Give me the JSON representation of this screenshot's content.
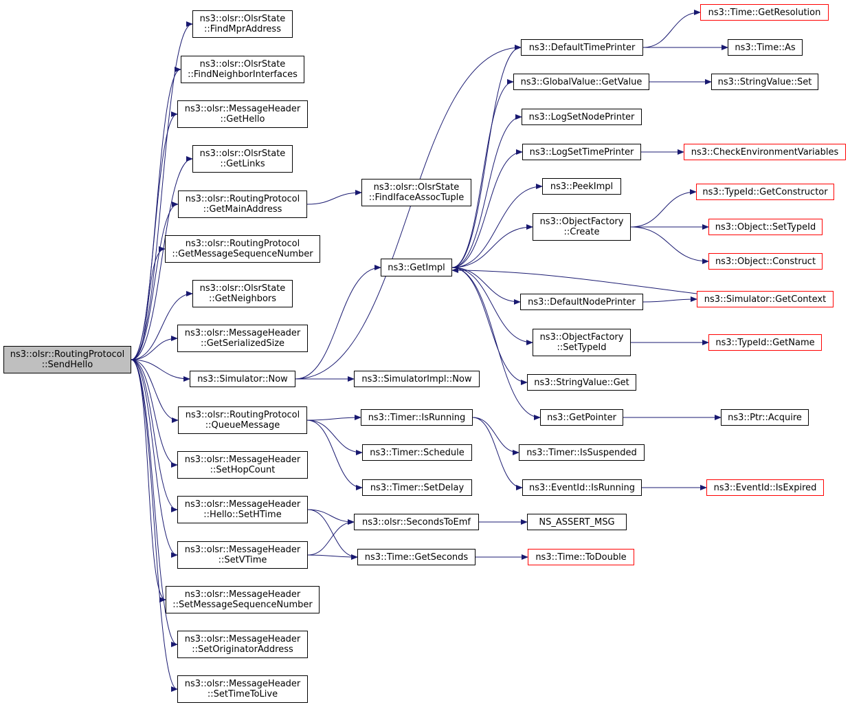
{
  "colors": {
    "edge": "#191970",
    "truncated_border": "#ff0000",
    "root_fill": "#bfbfbf"
  },
  "nodes": [
    {
      "id": "sendhello",
      "lines": [
        "ns3::olsr::RoutingProtocol",
        "::SendHello"
      ],
      "root": true
    },
    {
      "id": "findmpr",
      "lines": [
        "ns3::olsr::OlsrState",
        "::FindMprAddress"
      ]
    },
    {
      "id": "findneigh",
      "lines": [
        "ns3::olsr::OlsrState",
        "::FindNeighborInterfaces"
      ]
    },
    {
      "id": "gethello",
      "lines": [
        "ns3::olsr::MessageHeader",
        "::GetHello"
      ]
    },
    {
      "id": "getlinks",
      "lines": [
        "ns3::olsr::OlsrState",
        "::GetLinks"
      ]
    },
    {
      "id": "getmainaddr",
      "lines": [
        "ns3::olsr::RoutingProtocol",
        "::GetMainAddress"
      ]
    },
    {
      "id": "getmsgseq",
      "lines": [
        "ns3::olsr::RoutingProtocol",
        "::GetMessageSequenceNumber"
      ]
    },
    {
      "id": "getneighbors",
      "lines": [
        "ns3::olsr::OlsrState",
        "::GetNeighbors"
      ]
    },
    {
      "id": "getserialized",
      "lines": [
        "ns3::olsr::MessageHeader",
        "::GetSerializedSize"
      ]
    },
    {
      "id": "simnow",
      "lines": [
        "ns3::Simulator::Now"
      ]
    },
    {
      "id": "queuemsg",
      "lines": [
        "ns3::olsr::RoutingProtocol",
        "::QueueMessage"
      ]
    },
    {
      "id": "sethopcount",
      "lines": [
        "ns3::olsr::MessageHeader",
        "::SetHopCount"
      ]
    },
    {
      "id": "sethtime",
      "lines": [
        "ns3::olsr::MessageHeader",
        "::Hello::SetHTime"
      ]
    },
    {
      "id": "setvtime",
      "lines": [
        "ns3::olsr::MessageHeader",
        "::SetVTime"
      ]
    },
    {
      "id": "setmsgseq",
      "lines": [
        "ns3::olsr::MessageHeader",
        "::SetMessageSequenceNumber"
      ]
    },
    {
      "id": "setorig",
      "lines": [
        "ns3::olsr::MessageHeader",
        "::SetOriginatorAddress"
      ]
    },
    {
      "id": "setttl",
      "lines": [
        "ns3::olsr::MessageHeader",
        "::SetTimeToLive"
      ]
    },
    {
      "id": "findiface",
      "lines": [
        "ns3::olsr::OlsrState",
        "::FindIfaceAssocTuple"
      ]
    },
    {
      "id": "getimpl",
      "lines": [
        "ns3::GetImpl"
      ]
    },
    {
      "id": "simimplnow",
      "lines": [
        "ns3::SimulatorImpl::Now"
      ]
    },
    {
      "id": "timerisrunning",
      "lines": [
        "ns3::Timer::IsRunning"
      ]
    },
    {
      "id": "timerschedule",
      "lines": [
        "ns3::Timer::Schedule"
      ]
    },
    {
      "id": "timersetdelay",
      "lines": [
        "ns3::Timer::SetDelay"
      ]
    },
    {
      "id": "secondstoemf",
      "lines": [
        "ns3::olsr::SecondsToEmf"
      ]
    },
    {
      "id": "getseconds",
      "lines": [
        "ns3::Time::GetSeconds"
      ]
    },
    {
      "id": "defaulttimeprinter",
      "lines": [
        "ns3::DefaultTimePrinter"
      ]
    },
    {
      "id": "globalvaluegetvalue",
      "lines": [
        "ns3::GlobalValue::GetValue"
      ]
    },
    {
      "id": "logsetnodeprinter",
      "lines": [
        "ns3::LogSetNodePrinter"
      ]
    },
    {
      "id": "logsettimeprinter",
      "lines": [
        "ns3::LogSetTimePrinter"
      ]
    },
    {
      "id": "peekimpl",
      "lines": [
        "ns3::PeekImpl"
      ]
    },
    {
      "id": "objfactorycreate",
      "lines": [
        "ns3::ObjectFactory",
        "::Create"
      ]
    },
    {
      "id": "defaultnodeprinter",
      "lines": [
        "ns3::DefaultNodePrinter"
      ]
    },
    {
      "id": "objfactorysettypeid",
      "lines": [
        "ns3::ObjectFactory",
        "::SetTypeId"
      ]
    },
    {
      "id": "stringvalueget",
      "lines": [
        "ns3::StringValue::Get"
      ]
    },
    {
      "id": "getpointer",
      "lines": [
        "ns3::GetPointer"
      ]
    },
    {
      "id": "timerissuspended",
      "lines": [
        "ns3::Timer::IsSuspended"
      ]
    },
    {
      "id": "eventidisrunning",
      "lines": [
        "ns3::EventId::IsRunning"
      ]
    },
    {
      "id": "nsassertmsg",
      "lines": [
        "NS_ASSERT_MSG"
      ]
    },
    {
      "id": "timetodouble",
      "lines": [
        "ns3::Time::ToDouble"
      ],
      "truncated": true
    },
    {
      "id": "timegetresolution",
      "lines": [
        "ns3::Time::GetResolution"
      ],
      "truncated": true
    },
    {
      "id": "timeas",
      "lines": [
        "ns3::Time::As"
      ]
    },
    {
      "id": "stringvalueset",
      "lines": [
        "ns3::StringValue::Set"
      ]
    },
    {
      "id": "checkenv",
      "lines": [
        "ns3::CheckEnvironmentVariables"
      ],
      "truncated": true
    },
    {
      "id": "typeidgetconstructor",
      "lines": [
        "ns3::TypeId::GetConstructor"
      ],
      "truncated": true
    },
    {
      "id": "objectsettypeid",
      "lines": [
        "ns3::Object::SetTypeId"
      ],
      "truncated": true
    },
    {
      "id": "objectconstruct",
      "lines": [
        "ns3::Object::Construct"
      ],
      "truncated": true
    },
    {
      "id": "simgetcontext",
      "lines": [
        "ns3::Simulator::GetContext"
      ],
      "truncated": true
    },
    {
      "id": "typeidgetname",
      "lines": [
        "ns3::TypeId::GetName"
      ],
      "truncated": true
    },
    {
      "id": "ptracquire",
      "lines": [
        "ns3::Ptr::Acquire"
      ]
    },
    {
      "id": "eventidisexpired",
      "lines": [
        "ns3::EventId::IsExpired"
      ],
      "truncated": true
    }
  ],
  "edges": [
    [
      "sendhello",
      "findmpr"
    ],
    [
      "sendhello",
      "findneigh"
    ],
    [
      "sendhello",
      "gethello"
    ],
    [
      "sendhello",
      "getlinks"
    ],
    [
      "sendhello",
      "getmainaddr"
    ],
    [
      "sendhello",
      "getmsgseq"
    ],
    [
      "sendhello",
      "getneighbors"
    ],
    [
      "sendhello",
      "getserialized"
    ],
    [
      "sendhello",
      "simnow"
    ],
    [
      "sendhello",
      "queuemsg"
    ],
    [
      "sendhello",
      "sethopcount"
    ],
    [
      "sendhello",
      "sethtime"
    ],
    [
      "sendhello",
      "setvtime"
    ],
    [
      "sendhello",
      "setmsgseq"
    ],
    [
      "sendhello",
      "setorig"
    ],
    [
      "sendhello",
      "setttl"
    ],
    [
      "getmainaddr",
      "findiface"
    ],
    [
      "simnow",
      "getimpl"
    ],
    [
      "simnow",
      "simimplnow"
    ],
    [
      "simnow",
      "defaulttimeprinter"
    ],
    [
      "queuemsg",
      "timerisrunning"
    ],
    [
      "queuemsg",
      "timerschedule"
    ],
    [
      "queuemsg",
      "timersetdelay"
    ],
    [
      "sethtime",
      "secondstoemf"
    ],
    [
      "sethtime",
      "getseconds"
    ],
    [
      "setvtime",
      "secondstoemf"
    ],
    [
      "setvtime",
      "getseconds"
    ],
    [
      "getimpl",
      "defaulttimeprinter"
    ],
    [
      "getimpl",
      "globalvaluegetvalue"
    ],
    [
      "getimpl",
      "logsetnodeprinter"
    ],
    [
      "getimpl",
      "logsettimeprinter"
    ],
    [
      "getimpl",
      "peekimpl"
    ],
    [
      "getimpl",
      "objfactorycreate"
    ],
    [
      "getimpl",
      "defaultnodeprinter"
    ],
    [
      "getimpl",
      "objfactorysettypeid"
    ],
    [
      "getimpl",
      "stringvalueget"
    ],
    [
      "getimpl",
      "getpointer"
    ],
    [
      "defaulttimeprinter",
      "timegetresolution"
    ],
    [
      "defaulttimeprinter",
      "timeas"
    ],
    [
      "globalvaluegetvalue",
      "stringvalueset"
    ],
    [
      "logsettimeprinter",
      "checkenv"
    ],
    [
      "objfactorycreate",
      "typeidgetconstructor"
    ],
    [
      "objfactorycreate",
      "objectsettypeid"
    ],
    [
      "objfactorycreate",
      "objectconstruct"
    ],
    [
      "defaultnodeprinter",
      "simgetcontext"
    ],
    [
      "simgetcontext",
      "getimpl"
    ],
    [
      "objfactorysettypeid",
      "typeidgetname"
    ],
    [
      "getpointer",
      "ptracquire"
    ],
    [
      "timerisrunning",
      "timerissuspended"
    ],
    [
      "timerisrunning",
      "eventidisrunning"
    ],
    [
      "eventidisrunning",
      "eventidisexpired"
    ],
    [
      "secondstoemf",
      "nsassertmsg"
    ],
    [
      "getseconds",
      "timetodouble"
    ]
  ]
}
